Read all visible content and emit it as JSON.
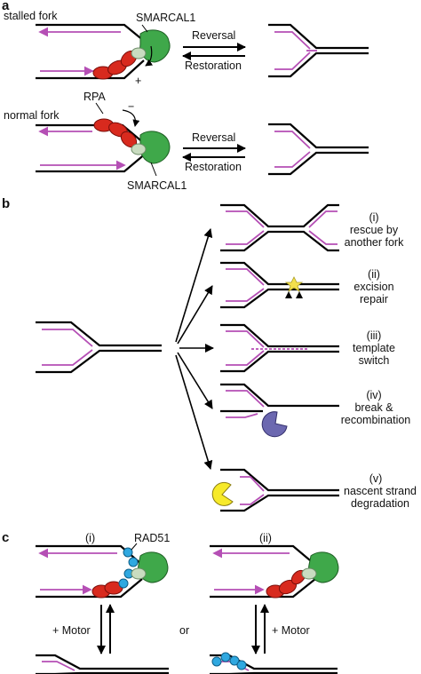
{
  "colors": {
    "dna": "#000000",
    "nascent": "#b54fb5",
    "rpa": "#d82a1e",
    "smarcal1": "#3fa84a",
    "smarcal1_light": "#c9dcc0",
    "rad51": "#2fa8e0",
    "nuclease_blue": "#6c68b0",
    "nuclease_yellow": "#f7ea2a",
    "lesion": "#f4e04d"
  },
  "panel_a": {
    "label": "a",
    "stalled_fork": "stalled fork",
    "normal_fork": "normal fork",
    "smarcal1_top": "SMARCAL1",
    "smarcal1_bottom": "SMARCAL1",
    "rpa": "RPA",
    "plus": "+",
    "minus": "−",
    "reversal_1": "Reversal",
    "restoration_1": "Restoration",
    "reversal_2": "Reversal",
    "restoration_2": "Restoration"
  },
  "panel_b": {
    "label": "b",
    "outcomes": [
      {
        "num": "(i)",
        "line1": "rescue by",
        "line2": "another fork"
      },
      {
        "num": "(ii)",
        "line1": "excision",
        "line2": "repair"
      },
      {
        "num": "(iii)",
        "line1": "template",
        "line2": "switch"
      },
      {
        "num": "(iv)",
        "line1": "break &",
        "line2": "recombination"
      },
      {
        "num": "(v)",
        "line1": "nascent strand",
        "line2": "degradation"
      }
    ]
  },
  "panel_c": {
    "label": "c",
    "sub_i": "(i)",
    "sub_ii": "(ii)",
    "rad51": "RAD51",
    "motor_left": "+ Motor",
    "motor_right": "+ Motor",
    "or": "or"
  }
}
